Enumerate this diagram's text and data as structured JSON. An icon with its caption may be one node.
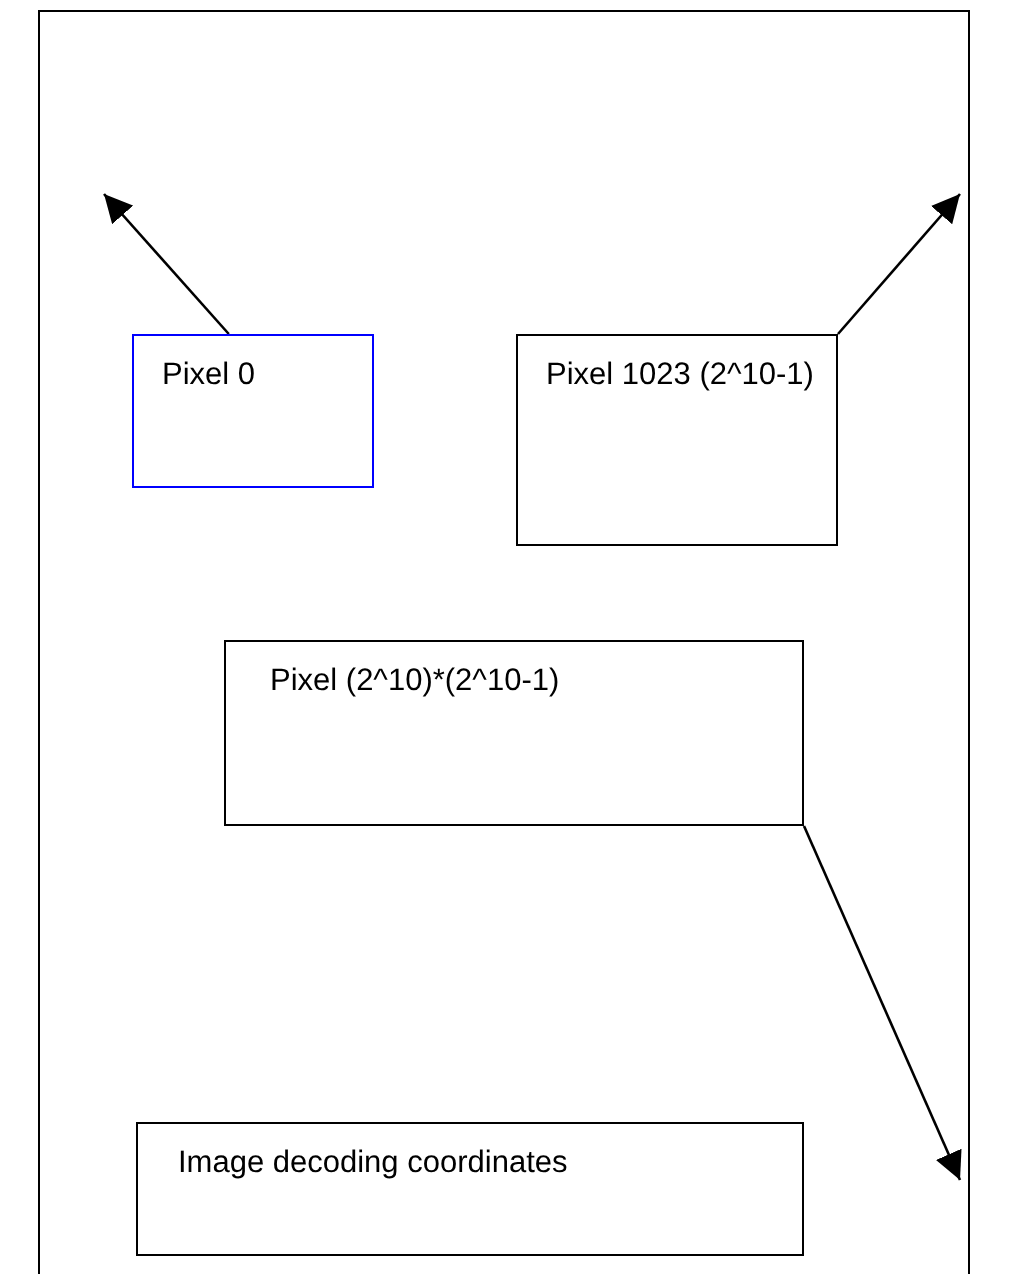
{
  "diagram": {
    "nodes": [
      {
        "text": [
          "Pixel 0"
        ]
      },
      {
        "text": [
          "Pixel 1023 (2^10-1)"
        ]
      },
      {
        "text": [
          "Pixel (2^10)*(2^10-1)"
        ]
      },
      {
        "text": [
          "Image decoding coordinates"
        ]
      }
    ],
    "edges": [
      {
        "from": 0,
        "to": null,
        "arrow": "to"
      },
      {
        "from": 1,
        "to": null,
        "arrow": "to"
      },
      {
        "from": 2,
        "to": null,
        "arrow": "to"
      }
    ]
  }
}
